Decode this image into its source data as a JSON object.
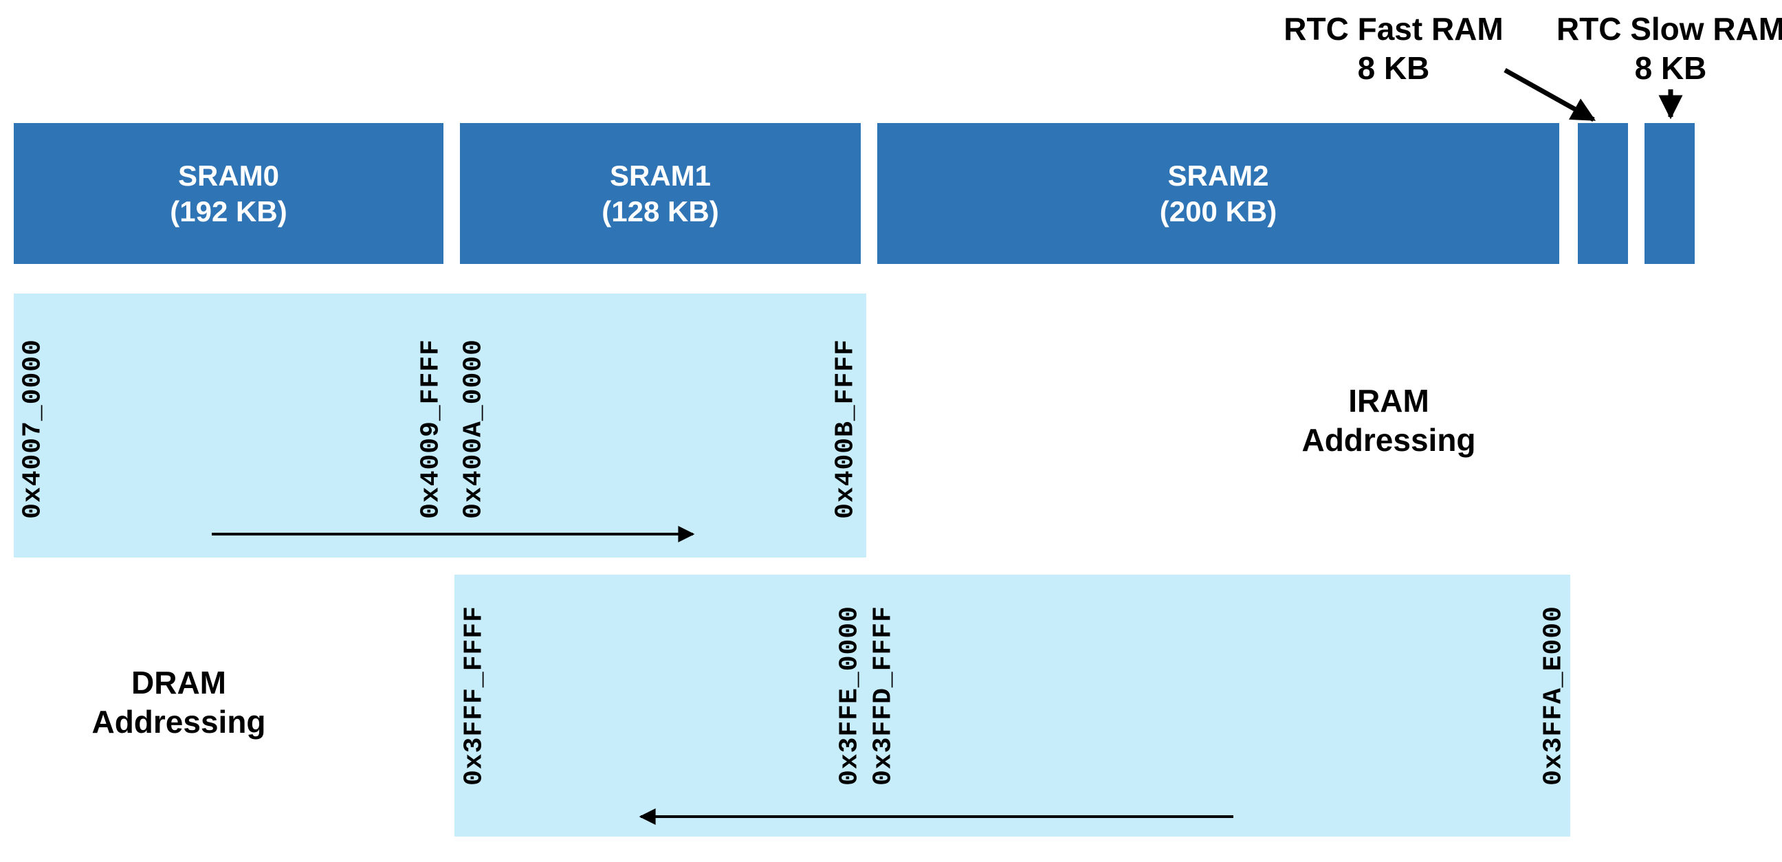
{
  "colors": {
    "page_bg": "#ffffff",
    "bar_blue": "#2f75b5",
    "panel_blue": "#c7edfb",
    "bar_text": "#ffffff",
    "text_color": "#000000"
  },
  "callouts": {
    "rtc_fast": {
      "line1": "RTC Fast RAM",
      "line2": "8 KB"
    },
    "rtc_slow": {
      "line1": "RTC Slow RAM",
      "line2": "8 KB"
    }
  },
  "bars": [
    {
      "name": "SRAM0",
      "size": "(192 KB)"
    },
    {
      "name": "SRAM1",
      "size": "(128 KB)"
    },
    {
      "name": "SRAM2",
      "size": "(200 KB)"
    },
    {
      "name": "",
      "size": ""
    },
    {
      "name": "",
      "size": ""
    }
  ],
  "iram": {
    "caption_line1": "IRAM",
    "caption_line2": "Addressing",
    "addresses": [
      {
        "text": "0x4007_0000"
      },
      {
        "text": "0x4009_FFFF"
      },
      {
        "text": "0x400A_0000"
      },
      {
        "text": "0x400B_FFFF"
      }
    ],
    "direction": "right"
  },
  "dram": {
    "caption_line1": "DRAM",
    "caption_line2": "Addressing",
    "addresses": [
      {
        "text": "0x3FFF_FFFF"
      },
      {
        "text": "0x3FFE_0000"
      },
      {
        "text": "0x3FFD_FFFF"
      },
      {
        "text": "0x3FFA_E000"
      }
    ],
    "direction": "left"
  }
}
